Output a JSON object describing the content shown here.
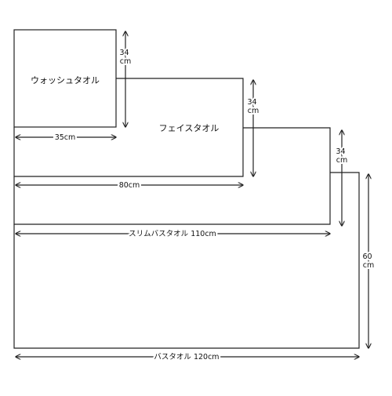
{
  "towels": [
    {
      "id": "wash",
      "name": "ウォッシュタオル",
      "width_label": "35cm",
      "height_label": [
        "34",
        "cm"
      ]
    },
    {
      "id": "face",
      "name": "フェイスタオル",
      "width_label": "80cm",
      "height_label": [
        "34",
        "cm"
      ]
    },
    {
      "id": "slim",
      "name": "",
      "width_label": "スリムバスタオル 110cm",
      "height_label": [
        "34",
        "cm"
      ]
    },
    {
      "id": "bath",
      "name": "",
      "width_label": "バスタオル 120cm",
      "height_label": [
        "60",
        "cm"
      ]
    }
  ]
}
